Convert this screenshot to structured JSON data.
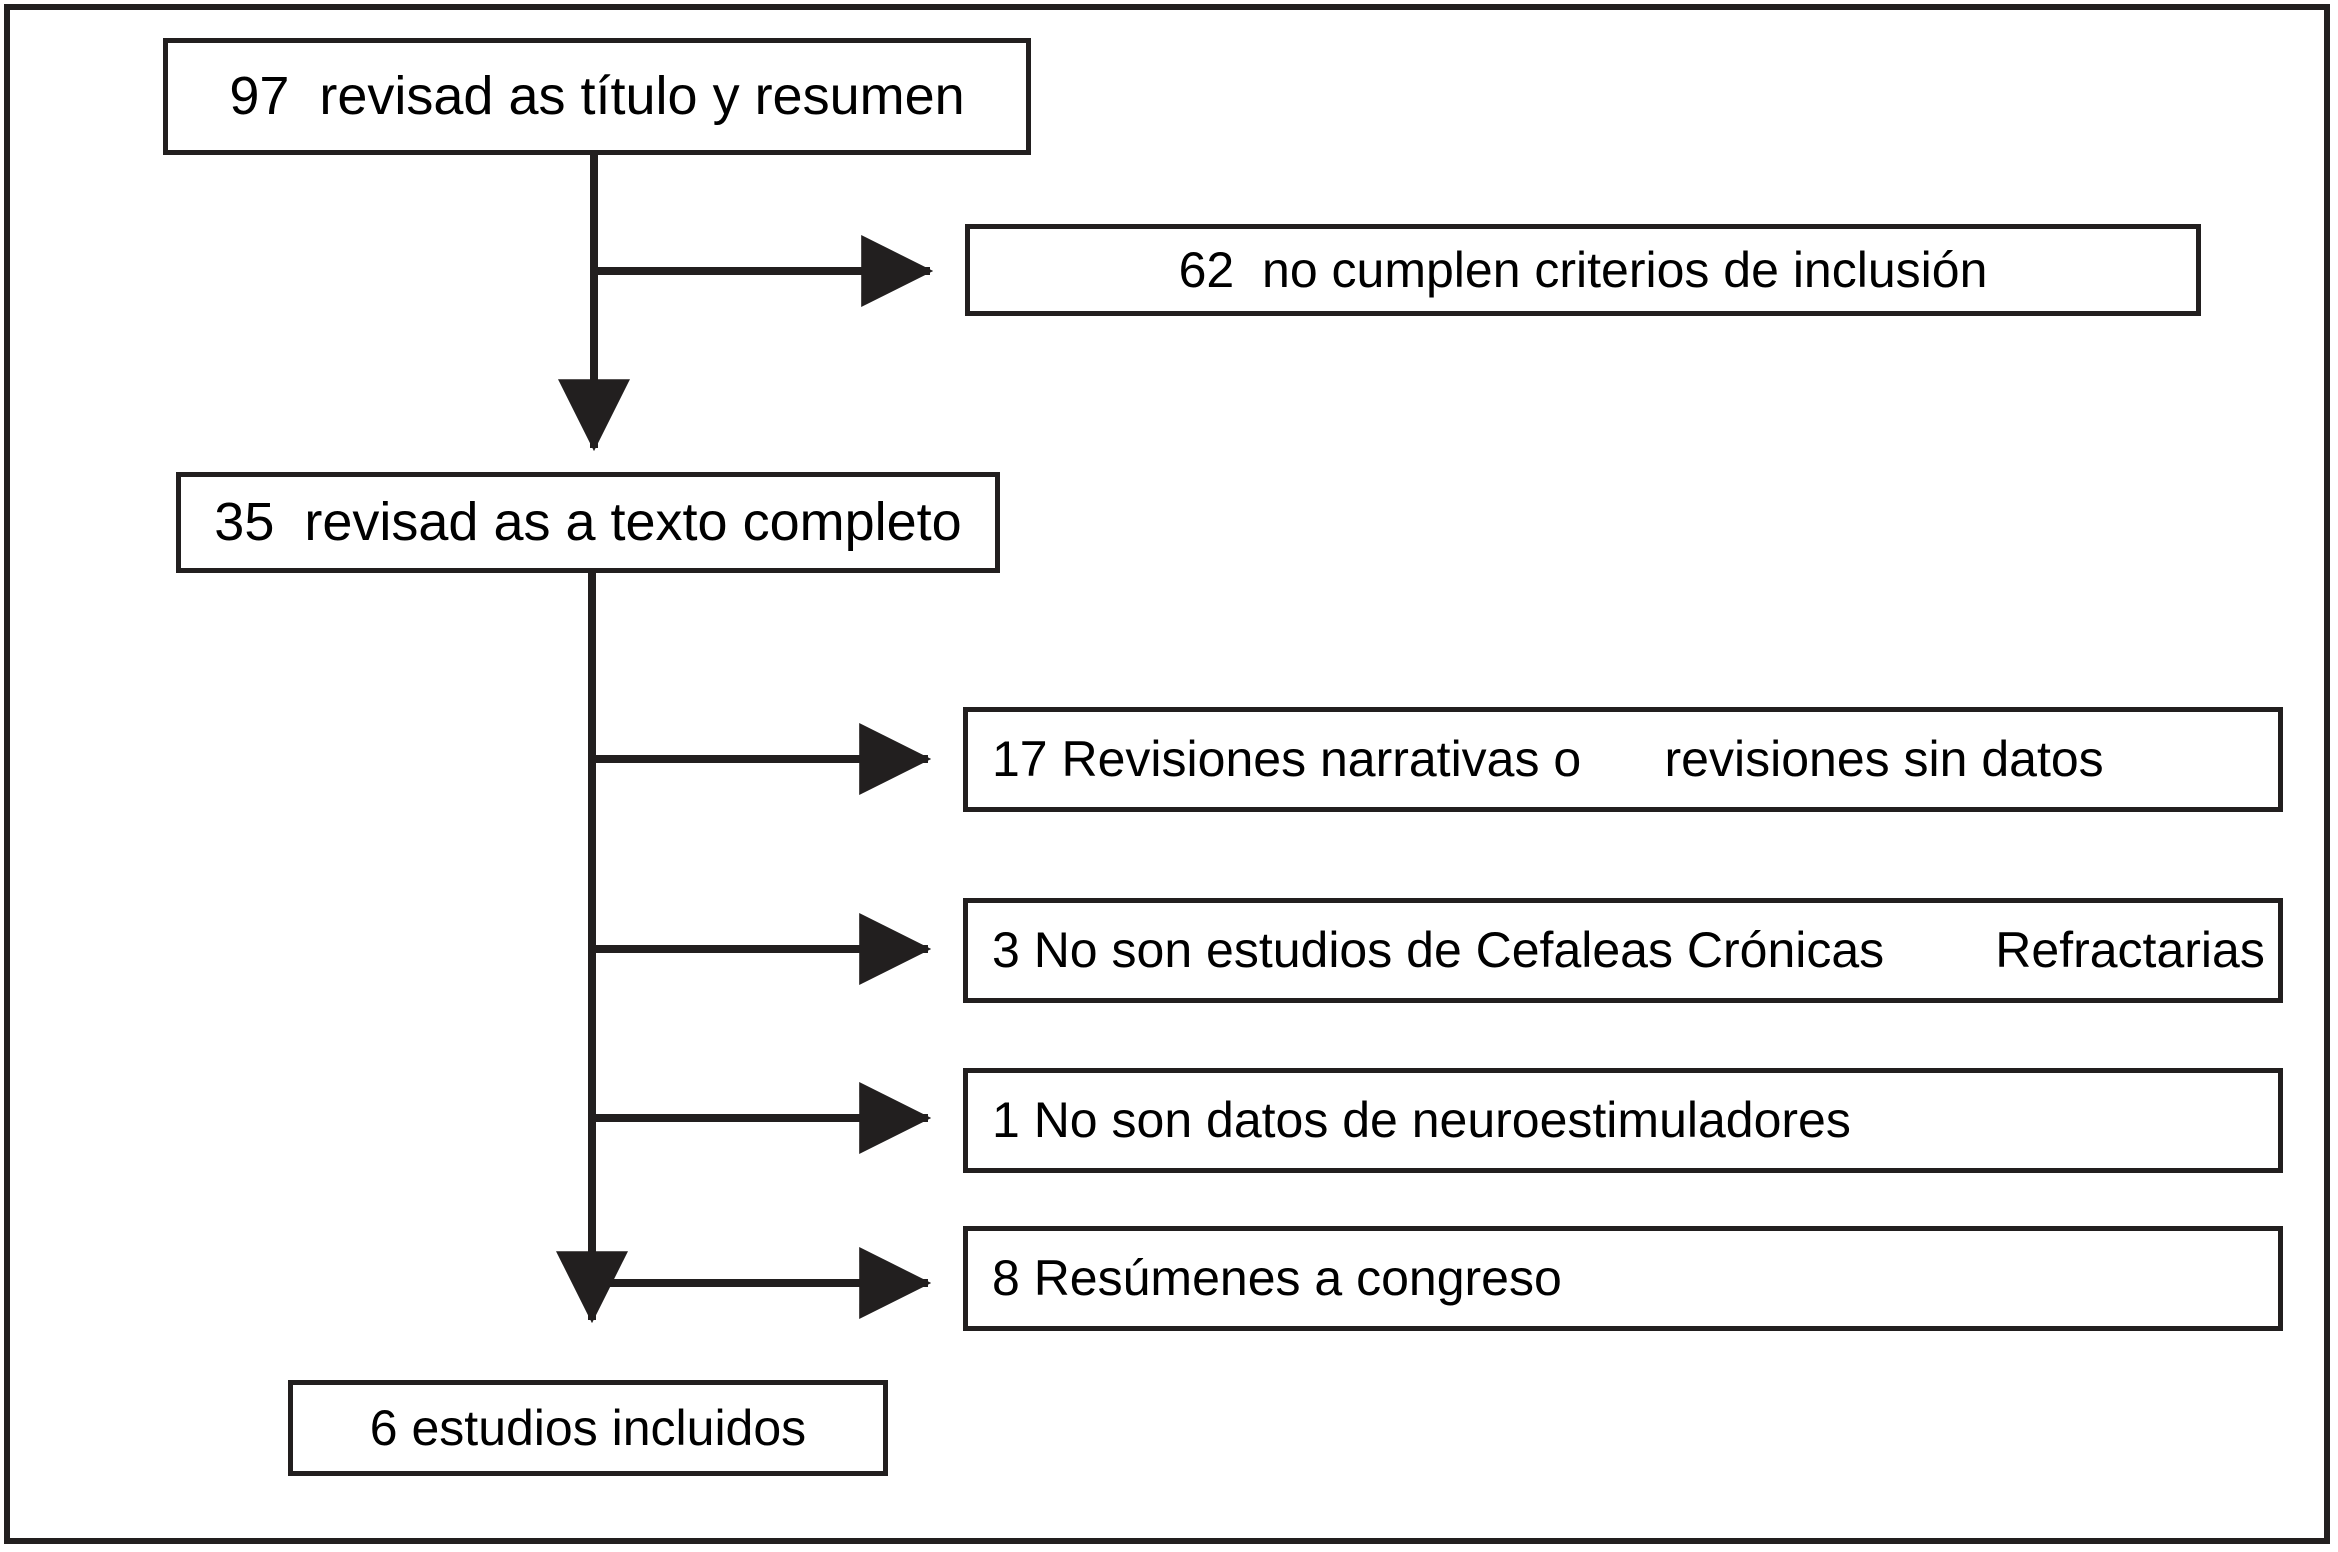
{
  "figure": {
    "type": "prisma-flow-diagram",
    "language": "es",
    "colors": {
      "stroke": "#221f1f",
      "background": "#ffffff",
      "text": "#000000"
    }
  },
  "nodes": {
    "screened": {
      "id": "screened",
      "count": 97,
      "label": "97  revisad as título y resumen"
    },
    "excluded_criteria": {
      "id": "excluded-criteria",
      "count": 62,
      "label": "62  no cumplen criterios de inclusión"
    },
    "fulltext": {
      "id": "fulltext",
      "count": 35,
      "label": "35  revisad as a texto completo"
    },
    "excl_reviews": {
      "id": "excl-reviews",
      "count": 17,
      "label": "17 Revisiones narrativas o      revisiones sin datos"
    },
    "excl_nonchronic": {
      "id": "excl-nonchronic",
      "count": 3,
      "label": "3 No son estudios de Cefaleas Crónicas        Refractarias"
    },
    "excl_noneuro": {
      "id": "excl-noneuro",
      "count": 1,
      "label": "1 No son datos de neuroestimuladores"
    },
    "excl_abstracts": {
      "id": "excl-abstracts",
      "count": 8,
      "label": "8 Resúmenes a congreso"
    },
    "included": {
      "id": "included",
      "count": 6,
      "label": "6 estudios incluidos"
    }
  },
  "edges": [
    {
      "name": "screened-to-fulltext",
      "from": "screened",
      "to": "fulltext",
      "direction": "down"
    },
    {
      "name": "screened-to-excluded-criteria",
      "from": "screened",
      "to": "excluded_criteria",
      "direction": "right"
    },
    {
      "name": "fulltext-to-included",
      "from": "fulltext",
      "to": "included",
      "direction": "down"
    },
    {
      "name": "fulltext-to-excl-reviews",
      "from": "fulltext",
      "to": "excl_reviews",
      "direction": "right"
    },
    {
      "name": "fulltext-to-excl-nonchronic",
      "from": "fulltext",
      "to": "excl_nonchronic",
      "direction": "right"
    },
    {
      "name": "fulltext-to-excl-noneuro",
      "from": "fulltext",
      "to": "excl_noneuro",
      "direction": "right"
    },
    {
      "name": "fulltext-to-excl-abstracts",
      "from": "fulltext",
      "to": "excl_abstracts",
      "direction": "right"
    }
  ]
}
